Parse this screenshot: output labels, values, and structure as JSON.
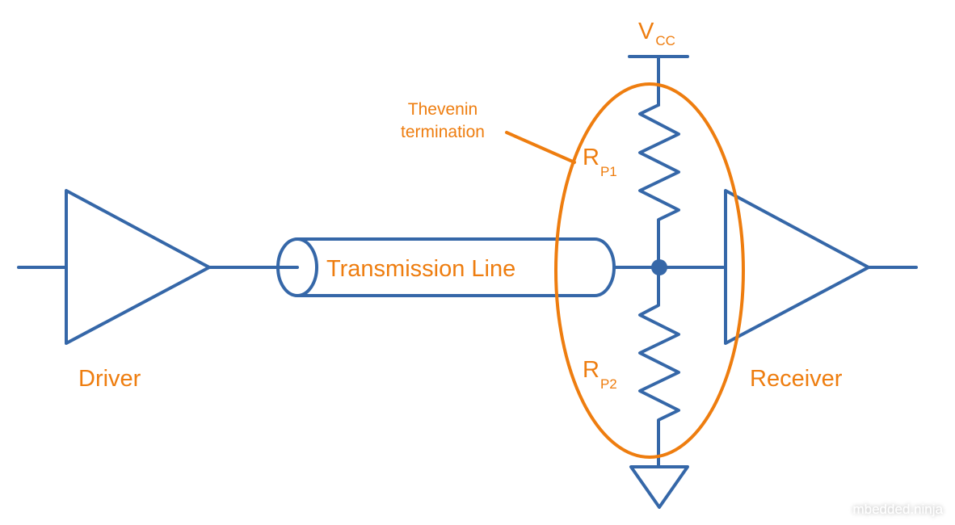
{
  "diagram": {
    "title": "Thevenin termination of a transmission line",
    "colors": {
      "wire": "#3567a8",
      "label": "#ee7d0f",
      "background": "#ffffff"
    },
    "labels": {
      "vcc_main": "V",
      "vcc_sub": "CC",
      "annotation_line1": "Thevenin",
      "annotation_line2": "termination",
      "rp1_main": "R",
      "rp1_sub": "P1",
      "rp2_main": "R",
      "rp2_sub": "P2",
      "transmission_line": "Transmission Line",
      "driver": "Driver",
      "receiver": "Receiver"
    },
    "components": [
      {
        "id": "driver",
        "type": "buffer",
        "label": "Driver"
      },
      {
        "id": "tline",
        "type": "transmission-line",
        "label": "Transmission Line"
      },
      {
        "id": "rp1",
        "type": "resistor",
        "label": "RP1",
        "connects": [
          "VCC",
          "node"
        ]
      },
      {
        "id": "rp2",
        "type": "resistor",
        "label": "RP2",
        "connects": [
          "node",
          "GND"
        ]
      },
      {
        "id": "vcc",
        "type": "power-rail",
        "label": "VCC"
      },
      {
        "id": "gnd",
        "type": "ground"
      },
      {
        "id": "receiver",
        "type": "buffer",
        "label": "Receiver"
      }
    ],
    "watermark": "mbedded.ninja"
  }
}
